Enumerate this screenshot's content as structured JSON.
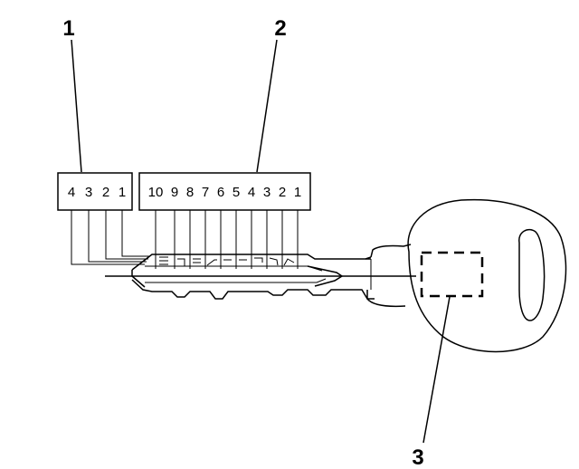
{
  "callouts": {
    "one": "1",
    "two": "2",
    "three": "3"
  },
  "code_box_small": [
    "4",
    "3",
    "2",
    "1"
  ],
  "code_box_large": [
    "10",
    "9",
    "8",
    "7",
    "6",
    "5",
    "4",
    "3",
    "2",
    "1"
  ],
  "colors": {
    "ink": "#000000",
    "background": "#ffffff"
  }
}
